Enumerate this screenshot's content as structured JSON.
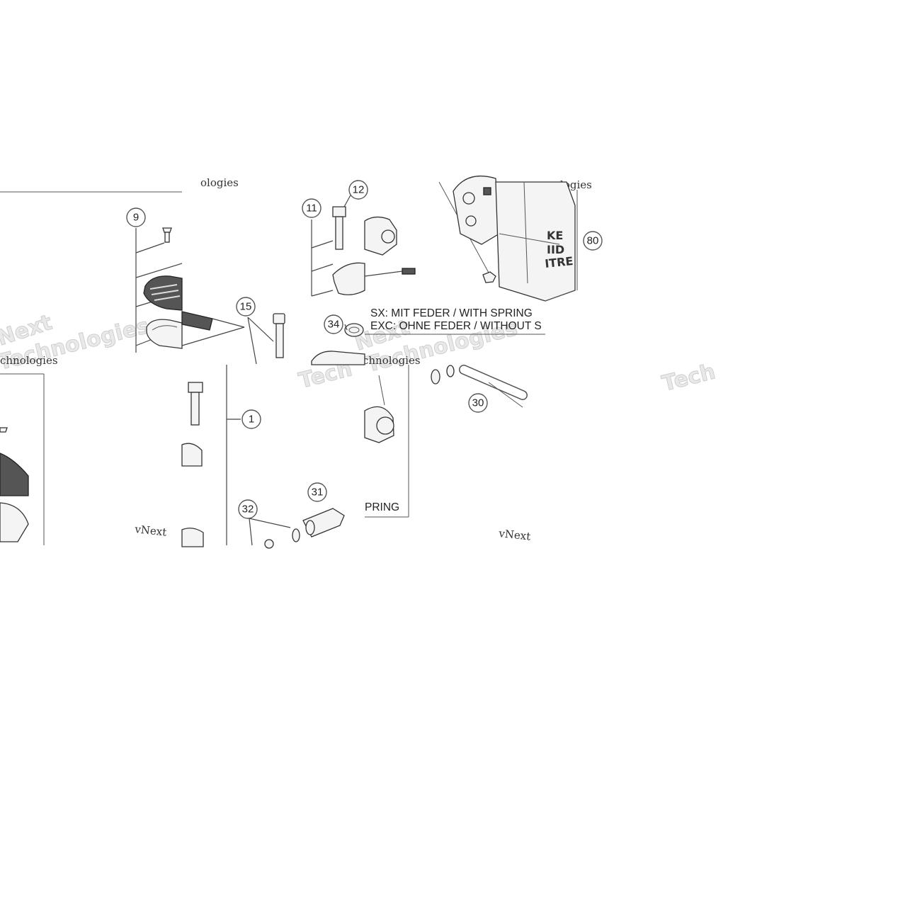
{
  "callouts": [
    {
      "label": "9"
    },
    {
      "label": "11"
    },
    {
      "label": "12"
    },
    {
      "label": "15"
    },
    {
      "label": "34"
    },
    {
      "label": "80"
    },
    {
      "label": "1"
    },
    {
      "label": "31"
    },
    {
      "label": "32"
    },
    {
      "label": "30"
    }
  ],
  "notes": {
    "line_sx": "SX: MIT FEDER / WITH SPRING",
    "line_exc": "EXC: OHNE FEDER / WITHOUT S",
    "spring_fragment": "PRING"
  },
  "can_label": [
    "KE",
    "IID",
    "ITRE"
  ],
  "watermarks": {
    "tech": "Tech",
    "technologies": "Technologies",
    "next": "Next",
    "vnext": "vNext",
    "ologies": "ologies",
    "chnologies": "chnologies"
  }
}
